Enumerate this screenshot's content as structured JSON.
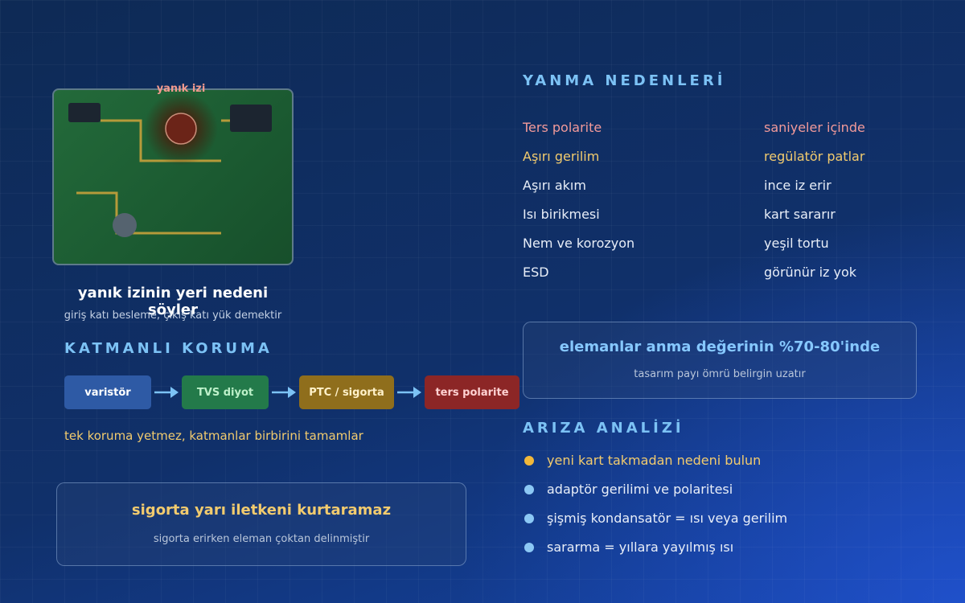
{
  "pcb": {
    "burn_label": "yanık izi",
    "caption_title": "yanık izinin yeri nedeni söyler",
    "caption_sub": "giriş katı besleme, çıkış katı yük demektir"
  },
  "causes": {
    "title": "YANMA NEDENLERİ",
    "rows": [
      {
        "cause": "Ters polarite",
        "effect": "saniyeler içinde",
        "color": "#f29a9a"
      },
      {
        "cause": "Aşırı gerilim",
        "effect": "regülatör patlar",
        "color": "#f2cb6e"
      },
      {
        "cause": "Aşırı akım",
        "effect": "ince iz erir",
        "color": "#e8eef8"
      },
      {
        "cause": "Isı birikmesi",
        "effect": "kart sararır",
        "color": "#e8eef8"
      },
      {
        "cause": "Nem ve korozyon",
        "effect": "yeşil tortu",
        "color": "#e8eef8"
      },
      {
        "cause": "ESD",
        "effect": "görünür iz yok",
        "color": "#e8eef8"
      }
    ]
  },
  "derating": {
    "title": "elemanlar anma değerinin %70-80'inde",
    "sub": "tasarım payı ömrü belirgin uzatır"
  },
  "protection": {
    "title": "KATMANLI KORUMA",
    "chain": [
      {
        "label": "varistör",
        "bg": "#2e5aa5",
        "fg": "#ffffff"
      },
      {
        "label": "TVS diyot",
        "bg": "#237a4a",
        "fg": "#bdf0c9"
      },
      {
        "label": "PTC / sigorta",
        "bg": "#8f6e1c",
        "fg": "#fff1c9"
      },
      {
        "label": "ters polarite",
        "bg": "#8c2626",
        "fg": "#ffd2d2"
      }
    ],
    "note": "tek koruma yetmez, katmanlar birbirini tamamlar"
  },
  "fuse": {
    "title": "sigorta yarı iletkeni kurtaramaz",
    "sub": "sigorta erirken eleman çoktan delinmiştir"
  },
  "analysis": {
    "title": "ARIZA ANALİZİ",
    "items": [
      {
        "text": "yeni kart takmadan nedeni bulun",
        "color": "#f2b83a",
        "text_color": "#f2cb6e"
      },
      {
        "text": "adaptör gerilimi ve polaritesi",
        "color": "#8cc8f5",
        "text_color": "#e8eef8"
      },
      {
        "text": "şişmiş kondansatör = ısı veya gerilim",
        "color": "#8cc8f5",
        "text_color": "#e8eef8"
      },
      {
        "text": "sararma = yıllara yayılmış ısı",
        "color": "#8cc8f5",
        "text_color": "#e8eef8"
      }
    ]
  },
  "colors": {
    "section_title": "#7cc2f5",
    "accent_yellow": "#f2cb6e",
    "accent_blue": "#86c8ff"
  }
}
